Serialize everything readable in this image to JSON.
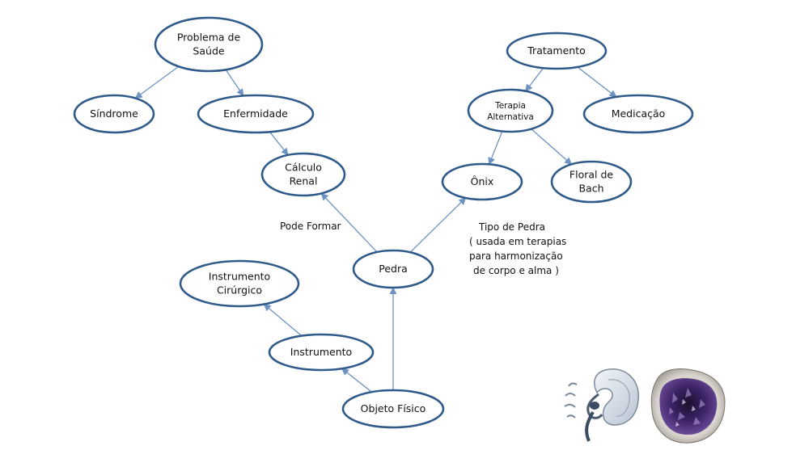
{
  "nodes": {
    "problema": {
      "lines": [
        "Problema de",
        "Saúde"
      ]
    },
    "sindrome": {
      "lines": [
        "Síndrome"
      ]
    },
    "enfermidade": {
      "lines": [
        "Enfermidade"
      ]
    },
    "calculo": {
      "lines": [
        "Cálculo",
        "Renal"
      ]
    },
    "tratamento": {
      "lines": [
        "Tratamento"
      ]
    },
    "terapia": {
      "lines": [
        "Terapia",
        "Alternativa"
      ]
    },
    "medicacao": {
      "lines": [
        "Medicação"
      ]
    },
    "onix": {
      "lines": [
        "Ônix"
      ]
    },
    "floral": {
      "lines": [
        "Floral de",
        "Bach"
      ]
    },
    "pedra": {
      "lines": [
        "Pedra"
      ]
    },
    "instrumento_c": {
      "lines": [
        "Instrumento",
        "Cirúrgico"
      ]
    },
    "instrumento": {
      "lines": [
        "Instrumento"
      ]
    },
    "objeto": {
      "lines": [
        "Objeto Físico"
      ]
    }
  },
  "edges": [
    {
      "from": "problema",
      "to": "sindrome"
    },
    {
      "from": "problema",
      "to": "enfermidade"
    },
    {
      "from": "enfermidade",
      "to": "calculo"
    },
    {
      "from": "tratamento",
      "to": "terapia"
    },
    {
      "from": "tratamento",
      "to": "medicacao"
    },
    {
      "from": "terapia",
      "to": "onix"
    },
    {
      "from": "terapia",
      "to": "floral"
    },
    {
      "from": "pedra",
      "to": "calculo"
    },
    {
      "from": "pedra",
      "to": "onix"
    },
    {
      "from": "objeto",
      "to": "pedra"
    },
    {
      "from": "objeto",
      "to": "instrumento"
    },
    {
      "from": "instrumento",
      "to": "instrumento_c"
    }
  ],
  "edge_labels": {
    "pode_formar": "Pode Formar",
    "tipo_de_pedra": [
      "Tipo de Pedra",
      "( usada em terapias",
      "para harmonização",
      "de corpo e alma )"
    ]
  },
  "images": {
    "kidney_icon": "kidney-illustration",
    "geode_icon": "amethyst-geode-photo"
  },
  "colors": {
    "node_stroke": "#2f5a8a",
    "edge": "#6d93c4"
  }
}
